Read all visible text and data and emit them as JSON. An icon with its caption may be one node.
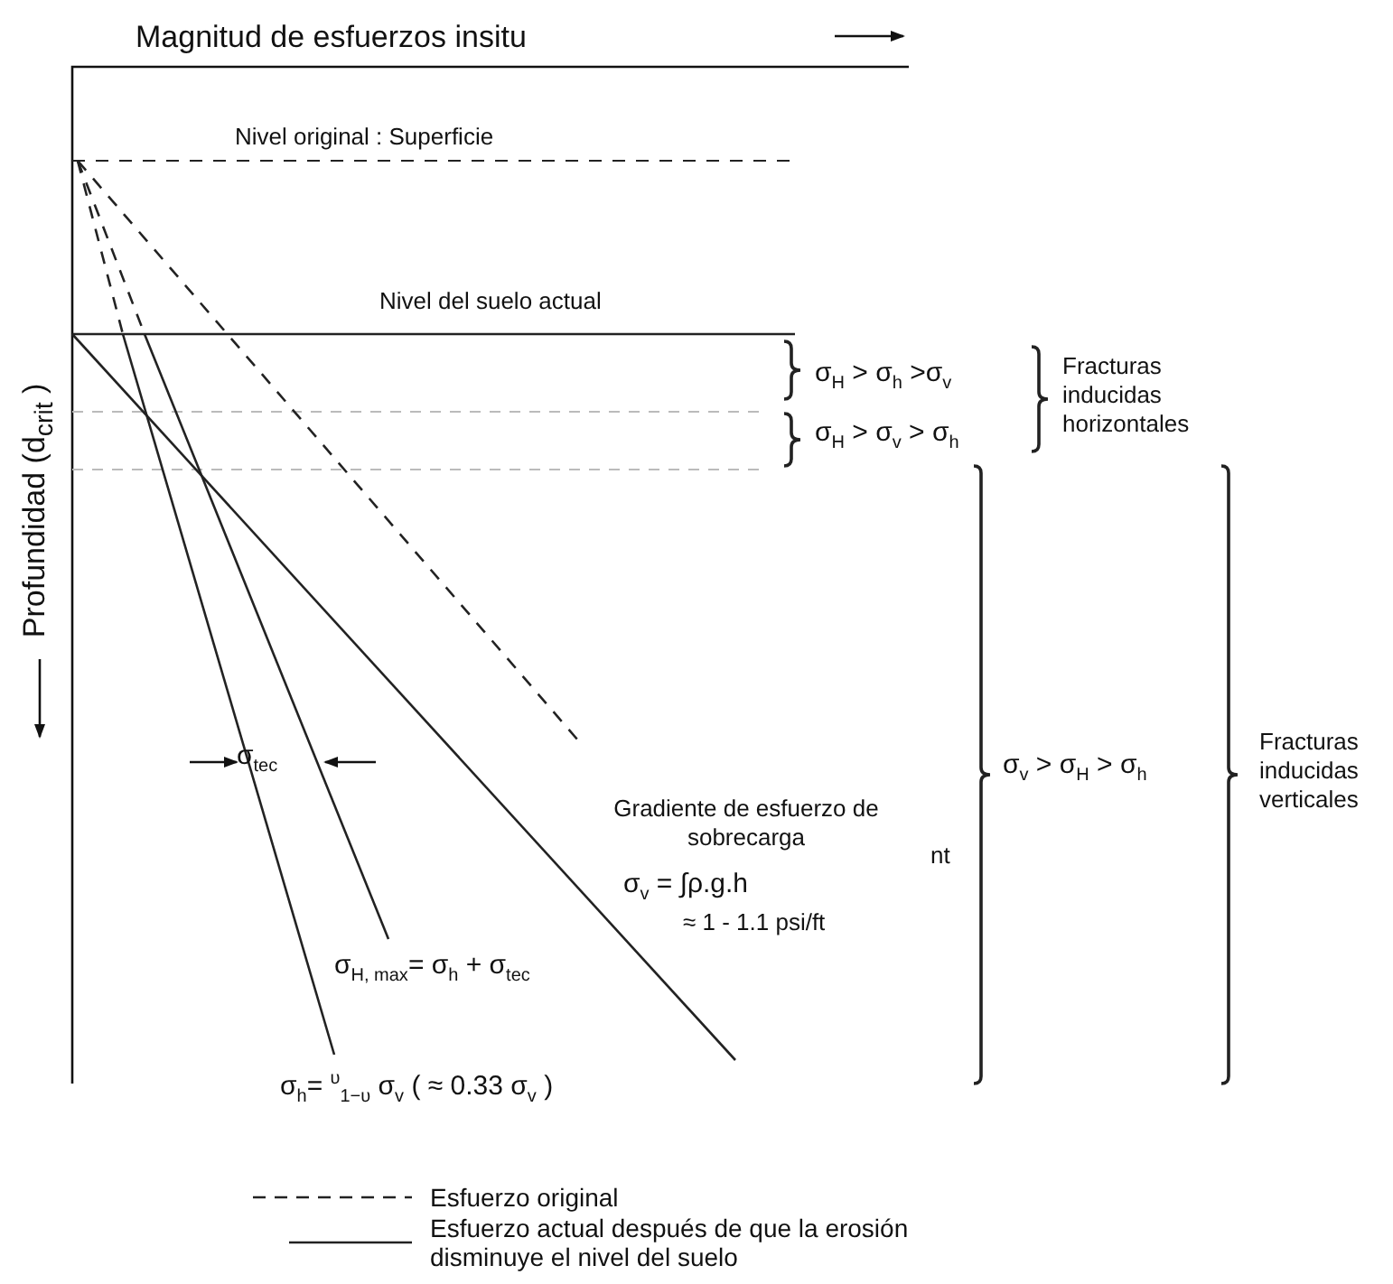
{
  "diagram": {
    "labels": [
      "Magnitud de esfuerzos insitu",
      "Nivel original : Superficie",
      "Nivel del suelo actual",
      "σ$_{H}$ > σ$_{h}$ >σ$_{v}$",
      "Fracturas inducidas horizontales",
      "σ$_{H}$ > σ$_{v}$ > σ$_{h}$",
      "Profundidad  (d$_{crit}$ )",
      "σ$_{v}$ > σ$_{H}$ > σ$_{h}$",
      "Fracturas inducidas verticales",
      "σ$_{tec}$",
      "Gradiente de esfuerzo de sobrecarga",
      "nt",
      "σ$_{v}$ = ∫ρ.g.h",
      "≈ 1 - 1.1 psi/ft",
      "σ$_{H, max}$=  σ$_{h}$ + σ$_{tec}$",
      "σ$_{h}$= $^{υ}$$_{1−υ}$ σ$_{v}$ ( ≈ 0.33 σ$_{v}$ )"
    ],
    "legend": [
      {
        "text": "Esfuerzo original"
      },
      {
        "text": "Esfuerzo actual después de que la erosión disminuye el nivel del suelo"
      }
    ]
  }
}
